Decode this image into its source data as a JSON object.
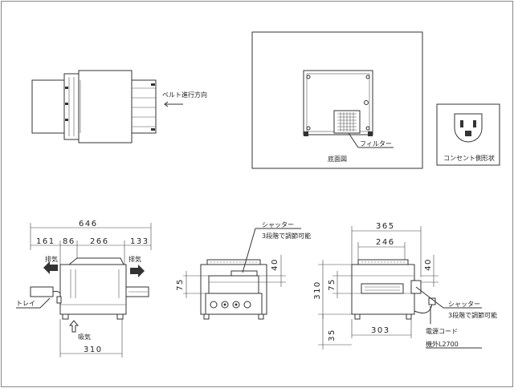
{
  "top_view": {
    "direction_label": "ベルト進行方向"
  },
  "bottom_view": {
    "filter_label": "フィルター",
    "caption": "底面図"
  },
  "outlet": {
    "caption": "コンセント側形状"
  },
  "side_view": {
    "width_total": "646",
    "seg1": "161",
    "seg2": "86",
    "seg3": "266",
    "seg4": "133",
    "exhaust_left": "排気",
    "exhaust_right": "排気",
    "tray": "トレイ",
    "intake": "吸気",
    "depth": "310"
  },
  "front_view": {
    "shutter": "シャッター",
    "adjust": "3段階で調節可能",
    "h_opening": "75",
    "h_top": "40"
  },
  "right_view": {
    "width_total": "365",
    "width_inner": "246",
    "h_top": "40",
    "h_opening": "75",
    "h_total": "310",
    "h_base": "35",
    "width_base": "303",
    "shutter": "シャッター",
    "adjust": "3段階で調節可能",
    "cord": "電源コード",
    "cord_length": "機外L2700"
  }
}
